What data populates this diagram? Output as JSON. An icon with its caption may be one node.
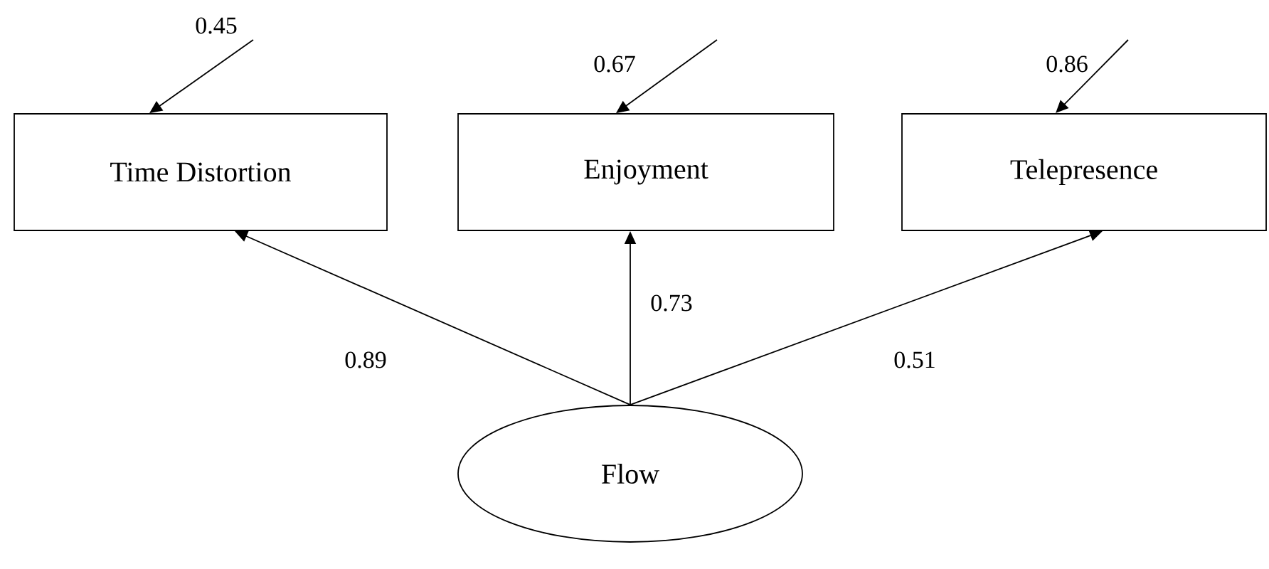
{
  "diagram": {
    "nodes": [
      {
        "text": [
          "Time Distortion"
        ]
      },
      {
        "text": [
          "Enjoyment"
        ]
      },
      {
        "text": [
          "Telepresence"
        ]
      },
      {
        "text": [
          "Flow"
        ]
      }
    ],
    "edges": [
      {
        "from": 3,
        "to": 0,
        "arrow": "to",
        "label": "0.89"
      },
      {
        "from": 3,
        "to": 1,
        "arrow": "to",
        "label": "0.73"
      },
      {
        "from": 3,
        "to": 2,
        "arrow": "to",
        "label": "0.51"
      },
      {
        "from": null,
        "to": 0,
        "arrow": "to",
        "label": "0.45"
      },
      {
        "from": null,
        "to": 1,
        "arrow": "to",
        "label": "0.67"
      },
      {
        "from": null,
        "to": 2,
        "arrow": "to",
        "label": "0.86"
      }
    ]
  }
}
